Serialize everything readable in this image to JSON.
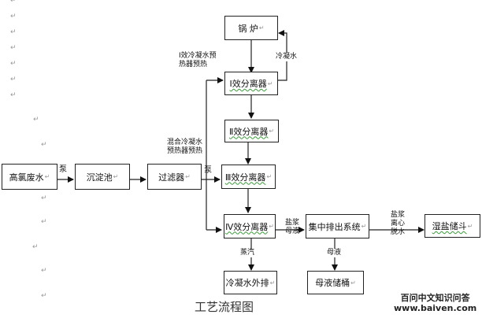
{
  "document": {
    "paragraph_mark": "↵",
    "caption": "工艺流程图"
  },
  "nodes": {
    "boiler": "锅 炉",
    "sep1": "Ⅰ效分离器",
    "sep2": "Ⅱ效分离器",
    "sep3": "Ⅲ效分离器",
    "sep4": "Ⅳ效分离器",
    "wastewater": "高氯废水",
    "settling": "沉淀池",
    "filter": "过滤器",
    "discharge": "集中排出系统",
    "wetsalt": "湿盐储斗",
    "condense": "冷凝水外排",
    "mother_tank": "母液储桶"
  },
  "labels": {
    "pump1": "泵",
    "pump2": "泵",
    "preheat1_line1": "Ⅰ效冷凝水预",
    "preheat1_line2": "热器预热",
    "preheat2_line1": "混合冷凝水",
    "preheat2_line2": "预热器预热",
    "condensate": "冷凝水",
    "slurry_line1": "盐浆",
    "slurry_line2": "母液",
    "steam": "蒸汽",
    "mother": "母液",
    "dewater_line1": "盐浆",
    "dewater_line2": "离心",
    "dewater_line3": "脱水"
  },
  "watermark": {
    "line1": "百问中文知识问答",
    "line2": "www.baiven.com"
  }
}
